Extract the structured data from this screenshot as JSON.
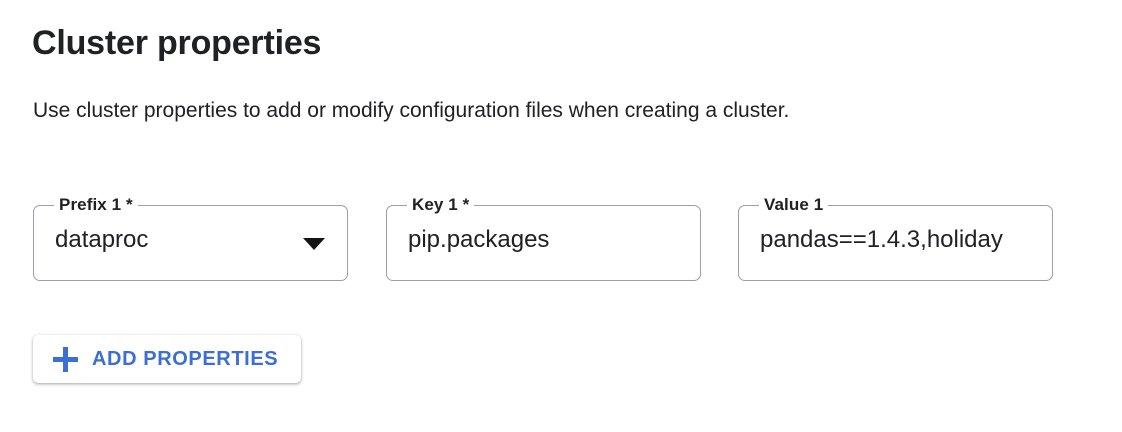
{
  "section": {
    "title": "Cluster properties",
    "description": "Use cluster properties to add or modify configuration files when creating a cluster."
  },
  "colors": {
    "accent_blue": "#3b6fd4",
    "text_primary": "#202124",
    "field_border": "#9aa0a6",
    "background": "#ffffff"
  },
  "fields": [
    {
      "name": "prefix",
      "label": "Prefix 1 *",
      "value": "dataproc",
      "type": "select",
      "required": true,
      "icon": "chevron-down-icon"
    },
    {
      "name": "key",
      "label": "Key 1 *",
      "value": "pip.packages",
      "type": "text",
      "required": true
    },
    {
      "name": "value",
      "label": "Value 1",
      "value": "pandas==1.4.3,holiday",
      "type": "text",
      "required": false
    }
  ],
  "add_button": {
    "label": "ADD PROPERTIES",
    "icon": "plus-icon"
  }
}
